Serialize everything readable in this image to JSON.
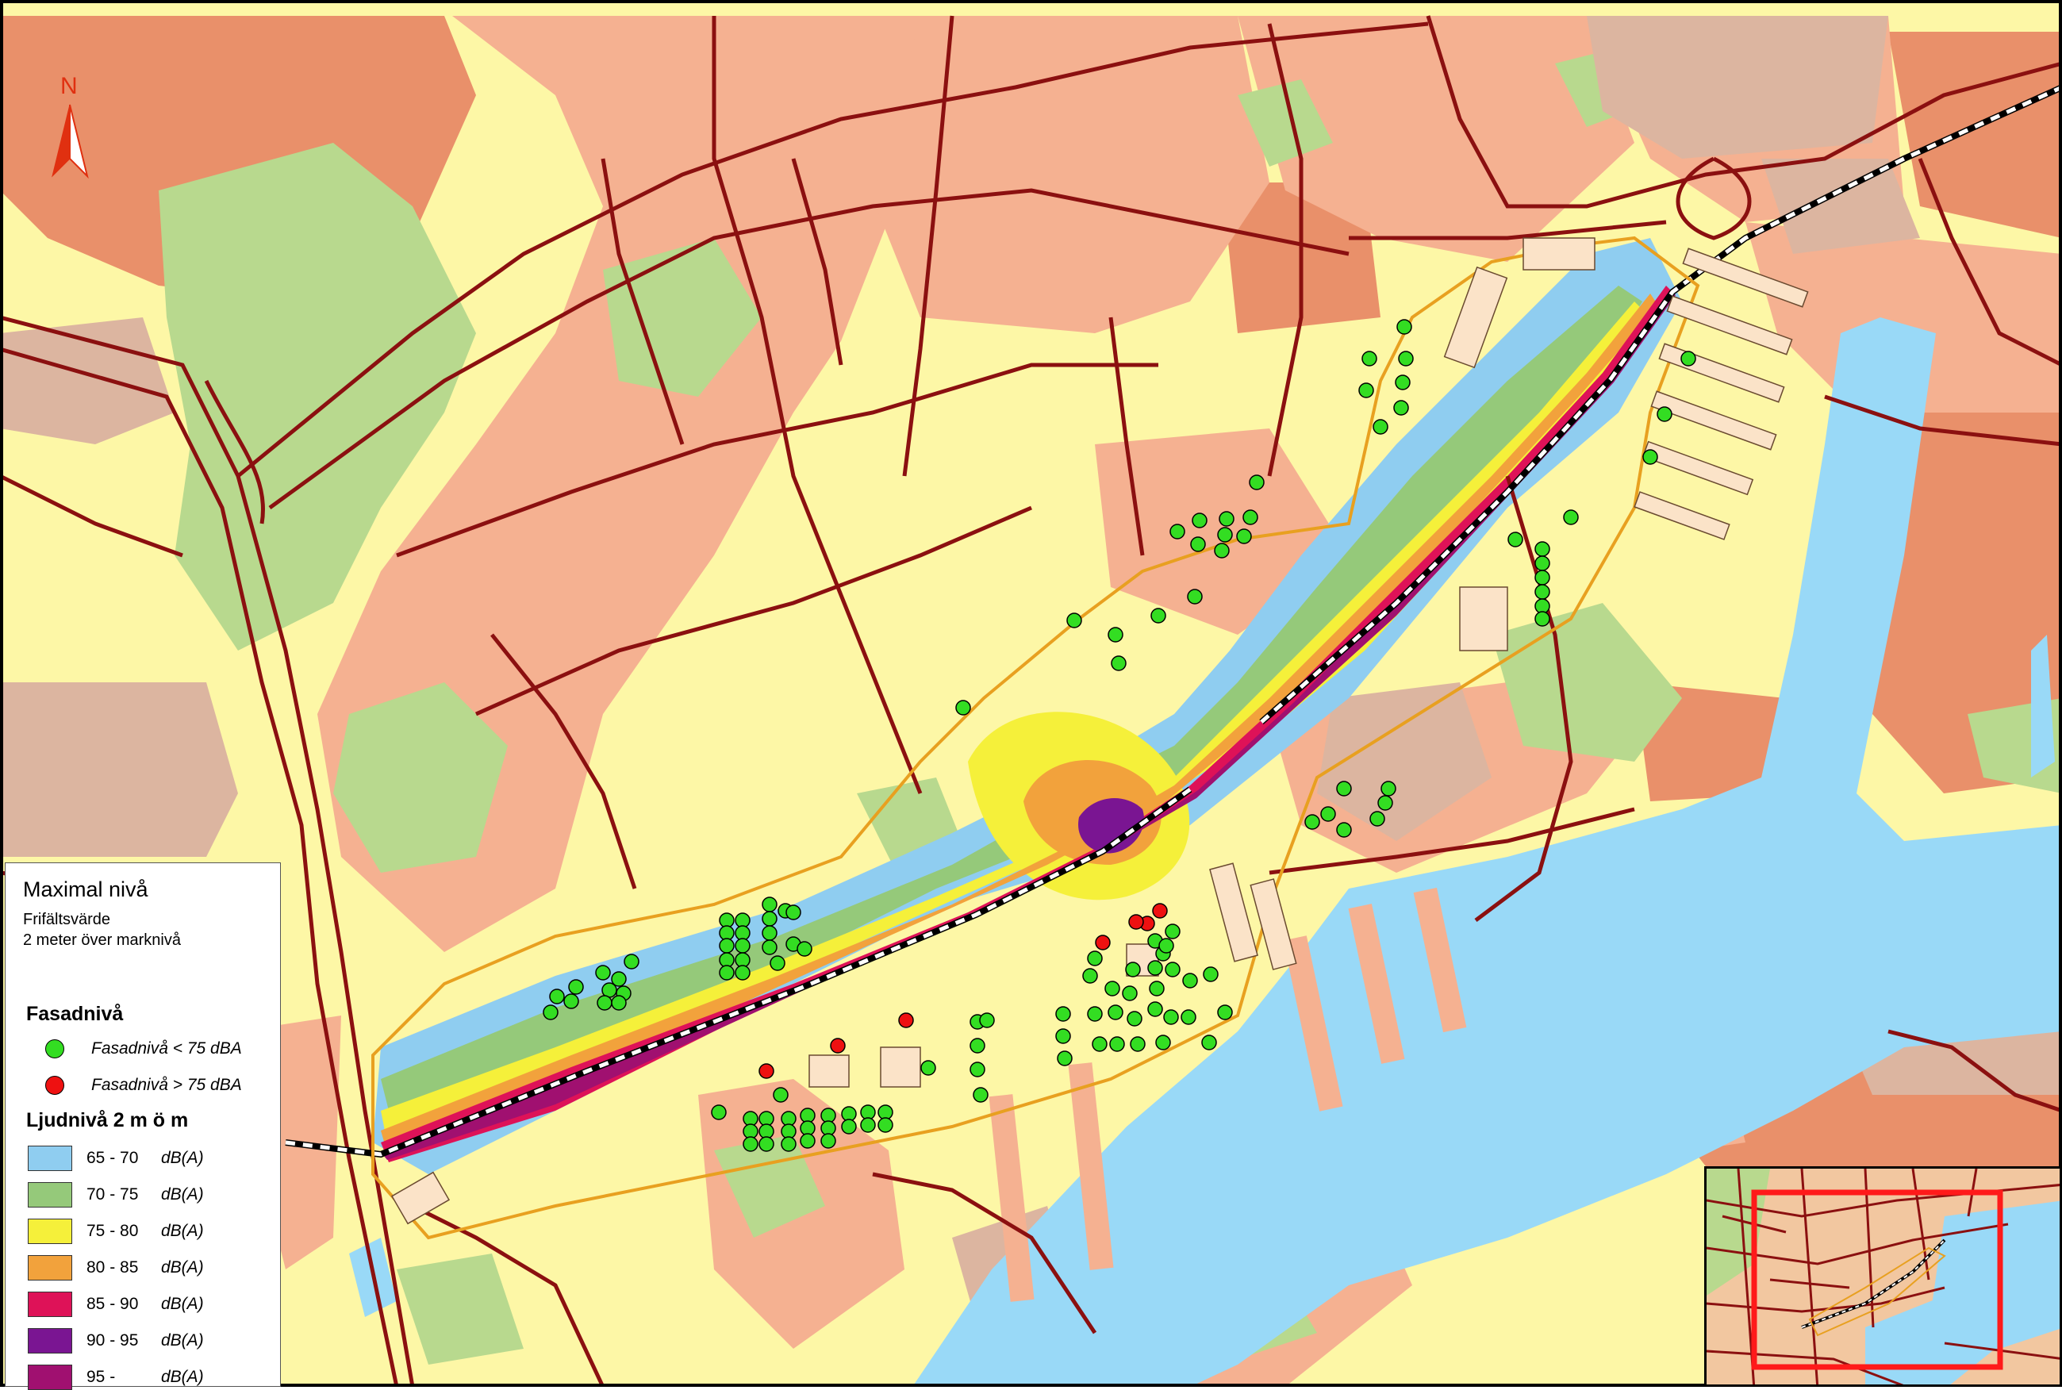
{
  "legend": {
    "title": "Maximal nivå",
    "subtitle_1": "Frifältsvärde",
    "subtitle_2": "2 meter över marknivå",
    "facade_header": "Fasadnivå",
    "facade_items": [
      {
        "label": "Fasadnivå < 75 dBA",
        "color": "#33dd22"
      },
      {
        "label": "Fasadnivå > 75 dBA",
        "color": "#ee1111"
      }
    ],
    "noise_header": "Ljudnivå 2 m ö m",
    "bands": [
      {
        "range": "65 - 70",
        "unit": "dB(A)",
        "color": "#8fcdf0"
      },
      {
        "range": "70 - 75",
        "unit": "dB(A)",
        "color": "#95c97a"
      },
      {
        "range": "75 - 80",
        "unit": "dB(A)",
        "color": "#f5f03a"
      },
      {
        "range": "80 - 85",
        "unit": "dB(A)",
        "color": "#f2a23c"
      },
      {
        "range": "85 - 90",
        "unit": "dB(A)",
        "color": "#de1258"
      },
      {
        "range": "90 - 95",
        "unit": "dB(A)",
        "color": "#7a1592"
      },
      {
        "range": "95 -",
        "unit": "dB(A)",
        "color": "#a01070"
      }
    ]
  },
  "north_arrow": {
    "label": "N"
  },
  "colors": {
    "water": "#99d9f7",
    "residential_light": "#f5b191",
    "residential_dark": "#e9906a",
    "open_land": "#fdf7a6",
    "park": "#b8d98e",
    "industrial": "#dcb5a0",
    "road": "#8b1010",
    "study_boundary": "#e8a020"
  }
}
